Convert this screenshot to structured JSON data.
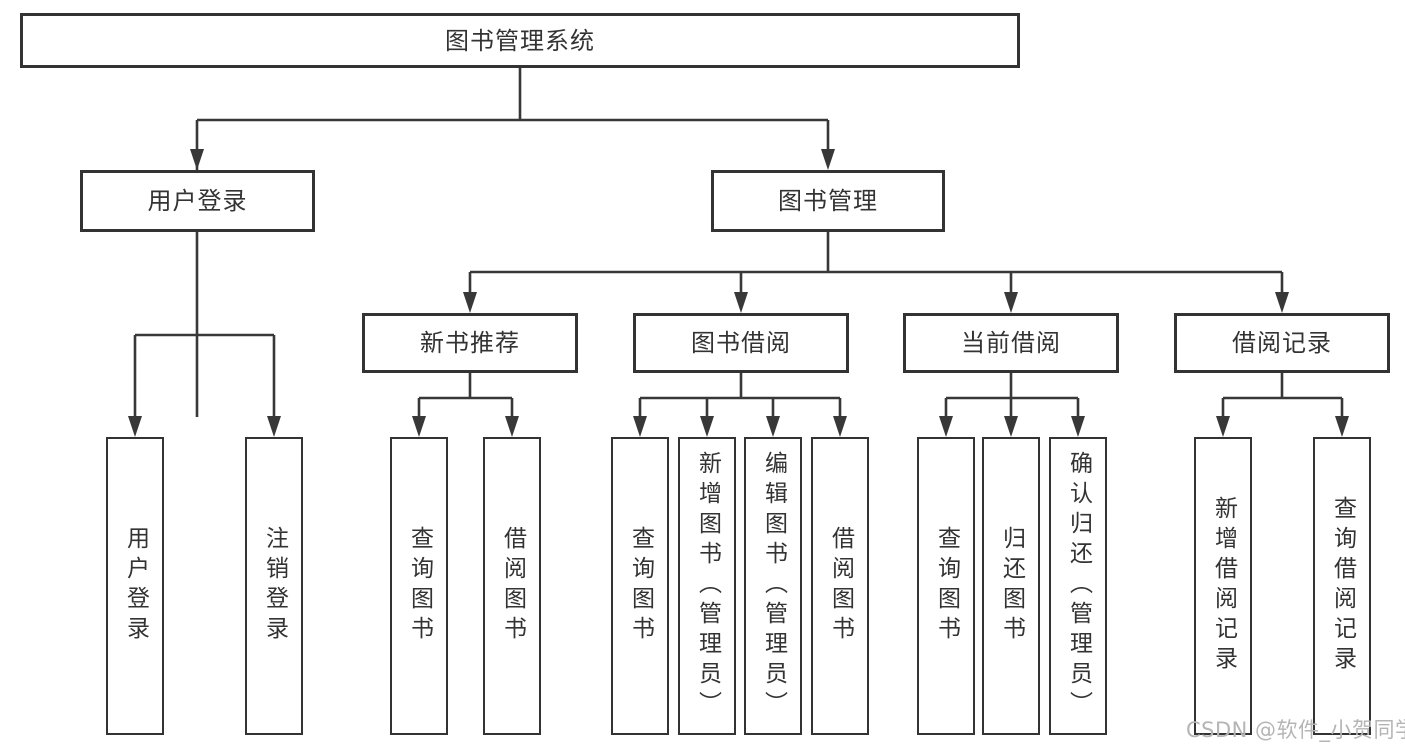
{
  "diagram": {
    "nodes": {
      "root": "图书管理系统",
      "user_login": "用户登录",
      "book_management": "图书管理",
      "new_book_recommend": "新书推荐",
      "book_borrowing": "图书借阅",
      "current_borrowing": "当前借阅",
      "borrowing_records": "借阅记录",
      "leaf_user_login": "用户登录",
      "leaf_logout": "注销登录",
      "recommend_query_books": "查询图书",
      "recommend_borrow_books": "借阅图书",
      "borrowing_query_books": "查询图书",
      "borrowing_add_books": "新增图书（管理员）",
      "borrowing_edit_books": "编辑图书（管理员）",
      "borrowing_borrow_books": "借阅图书",
      "current_query_books": "查询图书",
      "current_return_books": "归还图书",
      "current_confirm_return": "确认归还（管理员）",
      "records_add_record": "新增借阅记录",
      "records_query_record": "查询借阅记录"
    },
    "watermark": "CSDN @软件_小贺同学",
    "colors": {
      "line": "#383838",
      "border": "#333333",
      "text": "#333333",
      "watermark": "#b5b5b5",
      "background": "#ffffff"
    }
  }
}
